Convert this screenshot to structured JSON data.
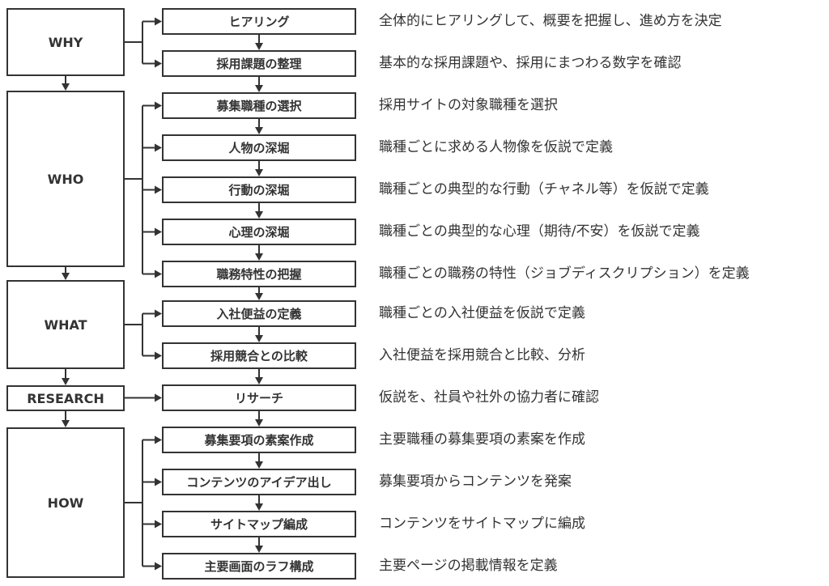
{
  "categories": [
    {
      "label": "WHY"
    },
    {
      "label": "WHO"
    },
    {
      "label": "WHAT"
    },
    {
      "label": "RESEARCH"
    },
    {
      "label": "HOW"
    }
  ],
  "steps": [
    {
      "label": "ヒアリング",
      "description": "全体的にヒアリングして、概要を把握し、進め方を決定"
    },
    {
      "label": "採用課題の整理",
      "description": "基本的な採用課題や、採用にまつわる数字を確認"
    },
    {
      "label": "募集職種の選択",
      "description": "採用サイトの対象職種を選択"
    },
    {
      "label": "人物の深堀",
      "description": "職種ごとに求める人物像を仮説で定義"
    },
    {
      "label": "行動の深堀",
      "description": "職種ごとの典型的な行動（チャネル等）を仮説で定義"
    },
    {
      "label": "心理の深堀",
      "description": "職種ごとの典型的な心理（期待/不安）を仮説で定義"
    },
    {
      "label": "職務特性の把握",
      "description": "職種ごとの職務の特性（ジョブディスクリプション）を定義"
    },
    {
      "label": "入社便益の定義",
      "description": "職種ごとの入社便益を仮説で定義"
    },
    {
      "label": "採用競合との比較",
      "description": "入社便益を採用競合と比較、分析"
    },
    {
      "label": "リサーチ",
      "description": "仮説を、社員や社外の協力者に確認"
    },
    {
      "label": "募集要項の素案作成",
      "description": "主要職種の募集要項の素案を作成"
    },
    {
      "label": "コンテンツのアイデア出し",
      "description": "募集要項からコンテンツを発案"
    },
    {
      "label": "サイトマップ編成",
      "description": "コンテンツをサイトマップに編成"
    },
    {
      "label": "主要画面のラフ構成",
      "description": "主要ページの掲載情報を定義"
    }
  ]
}
